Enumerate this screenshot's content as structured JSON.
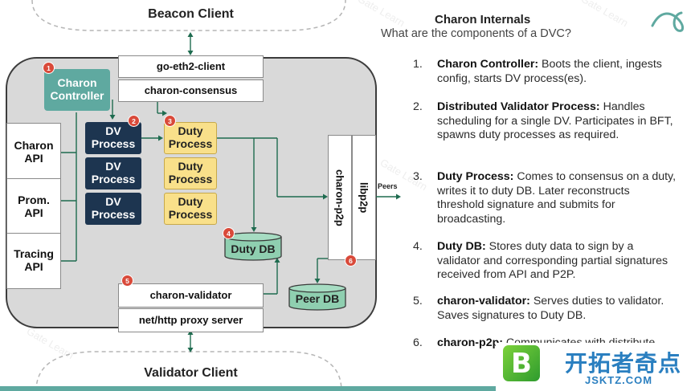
{
  "diagram": {
    "beacon_client": "Beacon Client",
    "validator_client": "Validator Client",
    "go_eth2_client": "go-eth2-client",
    "charon_consensus": "charon-consensus",
    "charon_controller": "Charon Controller",
    "apis": [
      "Charon API",
      "Prom. API",
      "Tracing API"
    ],
    "dv_process": "DV Process",
    "duty_process": "Duty Process",
    "duty_db": "Duty DB",
    "charon_p2p": "charon-p2p",
    "libp2p": "libp2p",
    "peers": "Peers",
    "peer_db": "Peer DB",
    "charon_validator": "charon-validator",
    "proxy_server": "net/http proxy server",
    "badges": [
      "1",
      "2",
      "3",
      "4",
      "5",
      "6"
    ],
    "watermark": "Gate Learn"
  },
  "panel": {
    "title": "Charon Internals",
    "subtitle": "What are the components of a DVC?",
    "items": [
      {
        "num": "1.",
        "term": "Charon Controller:",
        "desc": " Boots the client, ingests config, starts DV process(es)."
      },
      {
        "num": "2.",
        "term": "Distributed Validator Process:",
        "desc": " Handles scheduling for a single DV. Participates in BFT, spawns duty processes as required."
      },
      {
        "num": "3.",
        "term": "Duty Process:",
        "desc": " Comes to consensus on a duty, writes it to duty DB. Later reconstructs threshold signature and submits for broadcasting."
      },
      {
        "num": "4.",
        "term": "Duty DB:",
        "desc": " Stores duty data to sign by a validator and corresponding partial signatures received from API and P2P."
      },
      {
        "num": "5.",
        "term": "charon-validator:",
        "desc": " Serves duties to validator. Saves signatures to Duty DB."
      },
      {
        "num": "6.",
        "term": "charon-p2p:",
        "desc": " Communicates with distribute"
      }
    ]
  },
  "overlay": {
    "logo_letter": "B",
    "brand_name": "开拓者奇点",
    "brand_url": "JSKTZ.COM"
  },
  "colors": {
    "teal": "#5fa9a0",
    "navy": "#1d3550",
    "yellow": "#f9e08a",
    "badge_red": "#d94a3a",
    "panel_gray": "#d9d9d9"
  }
}
